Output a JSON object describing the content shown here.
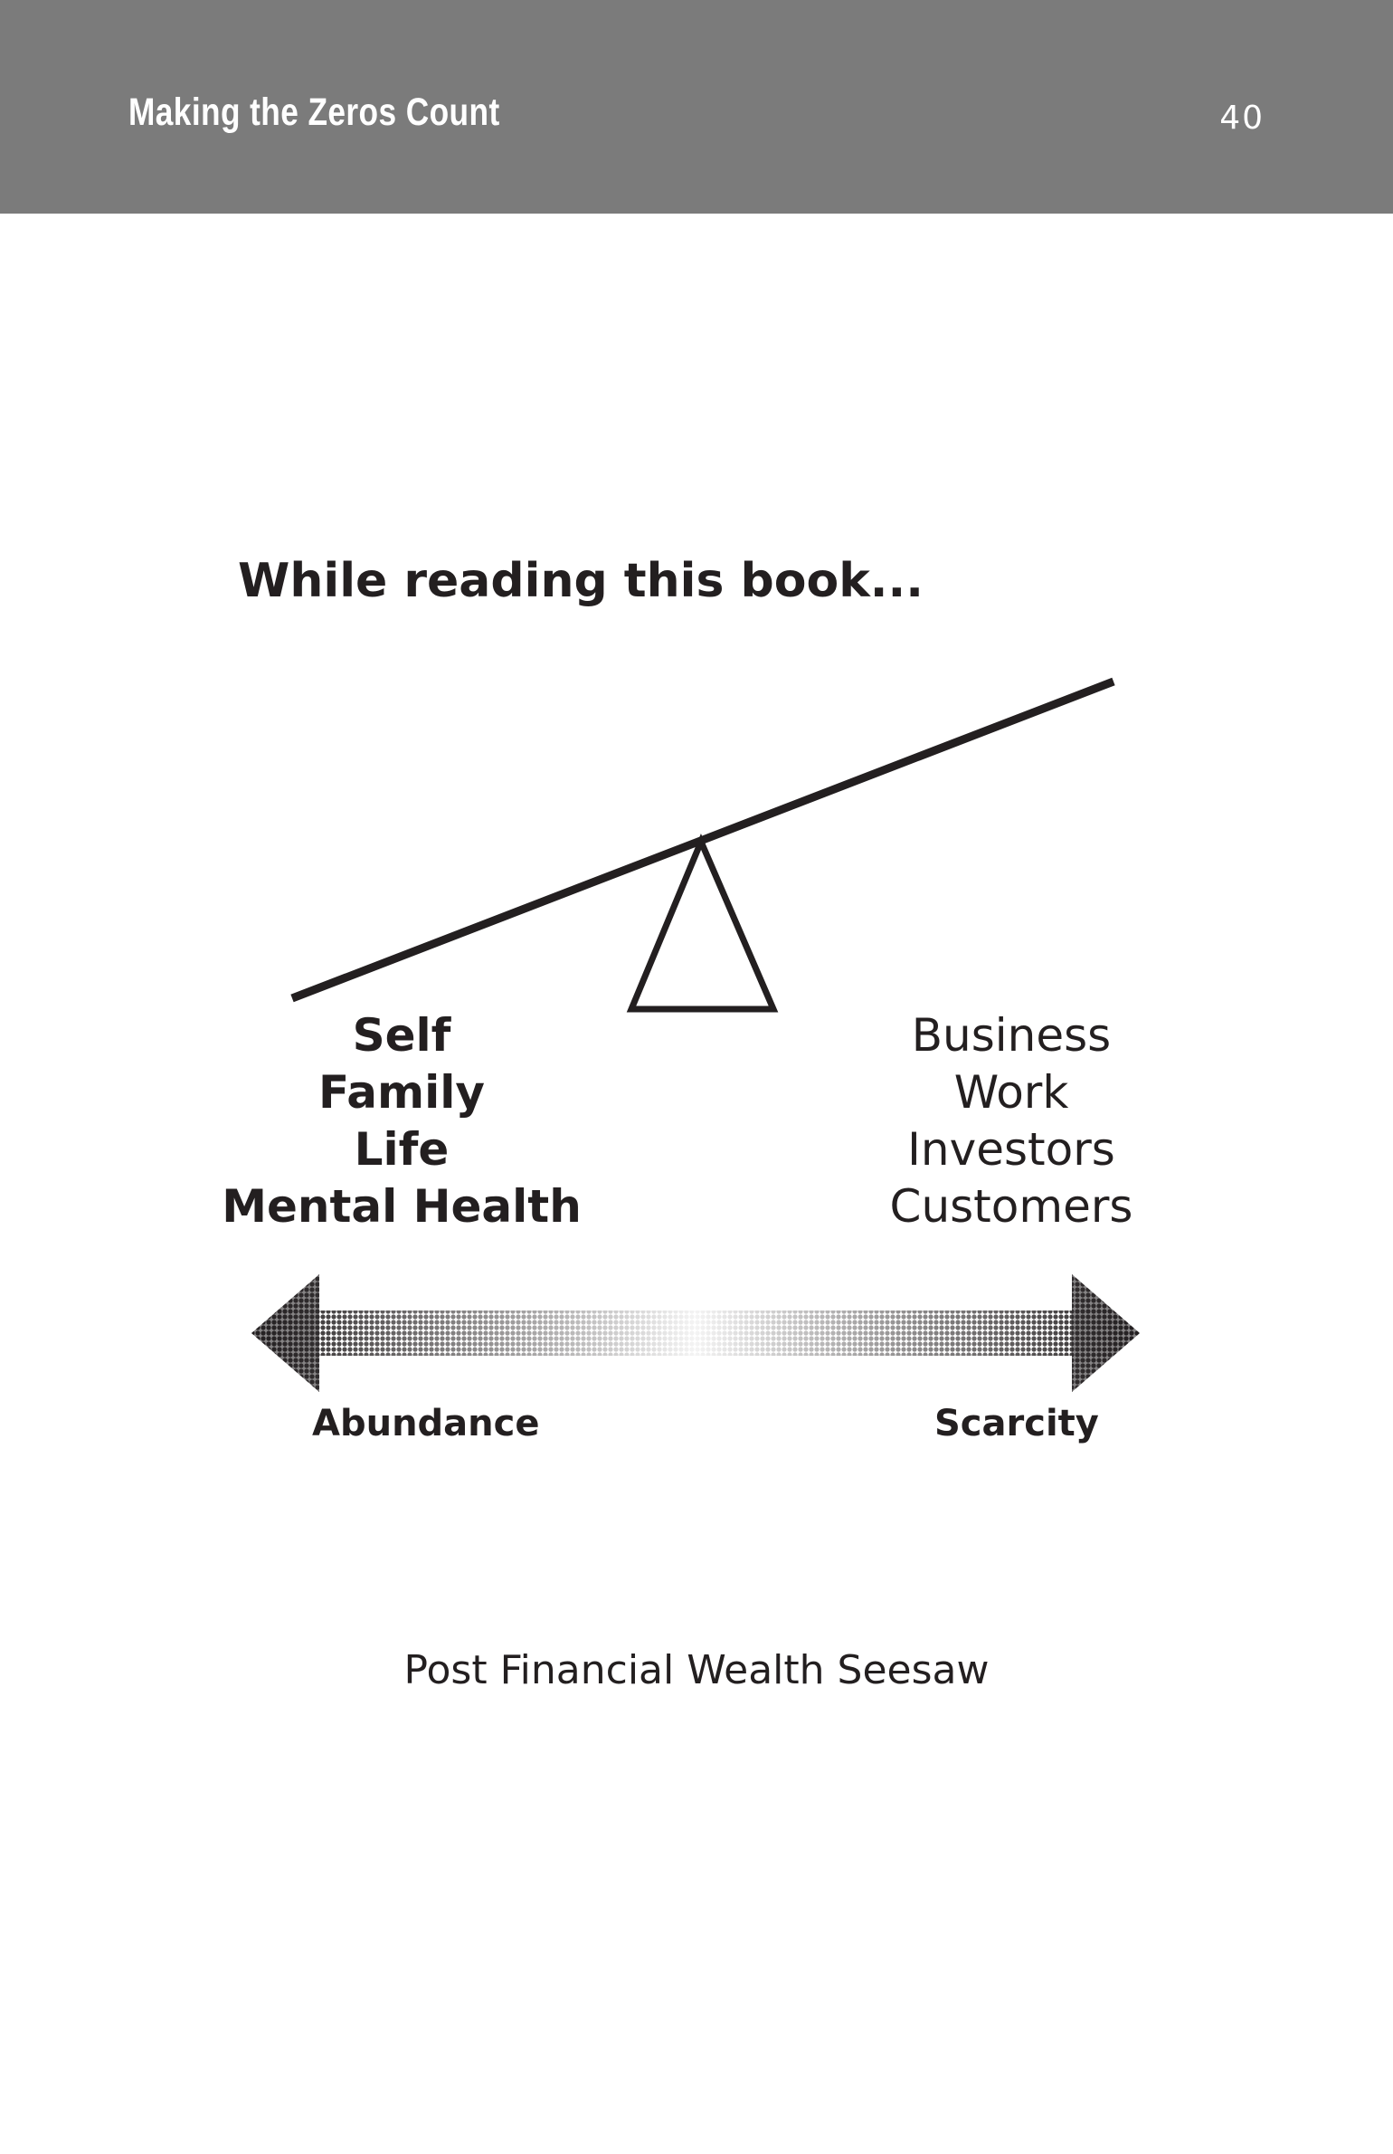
{
  "header": {
    "book_title": "Making the Zeros Count",
    "page_number": "40",
    "background_color": "#7b7b7b"
  },
  "diagram": {
    "heading": "While reading this book...",
    "left_items": [
      "Self",
      "Family",
      "Life",
      "Mental Health"
    ],
    "right_items": [
      "Business",
      "Work",
      "Investors",
      "Customers"
    ],
    "spectrum": {
      "left_label": "Abundance",
      "right_label": "Scarcity",
      "direction": "bidirectional"
    },
    "caption": "Post Financial Wealth Seesaw",
    "ink_color": "#231f20"
  }
}
